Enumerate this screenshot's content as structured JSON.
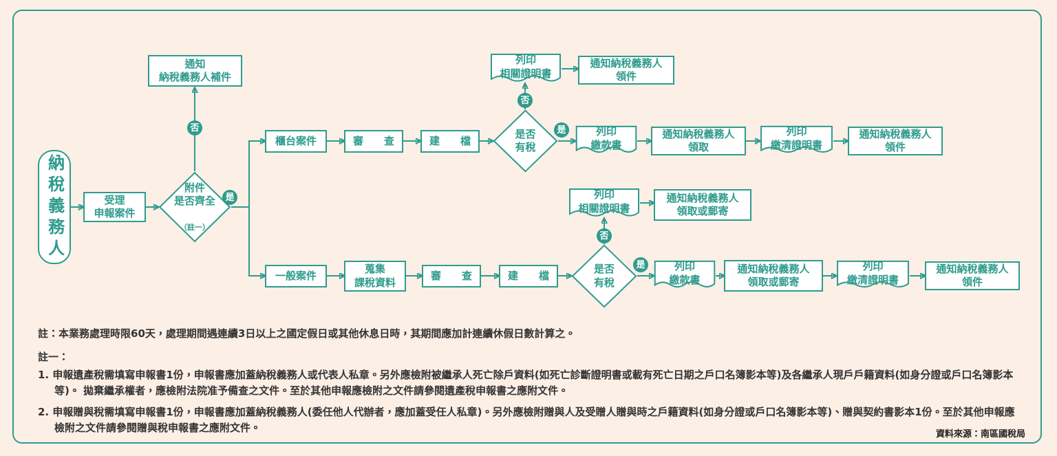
{
  "palette": {
    "background": "#fcefe6",
    "teal": "#2e9b8d",
    "node_bg": "#ffffff",
    "note_text": "#333333"
  },
  "flow": {
    "taxpayer": "納稅義務人",
    "accept_case": "受理\n申報案件",
    "attachments_check": "附件\n是否齊全",
    "attachments_check_note": "（註一）",
    "notify_supplement": "通知\n納稅義務人補件",
    "no": "否",
    "yes": "是",
    "counter_case": "櫃台案件",
    "general_case": "一般案件",
    "collect_tax_data": "蒐集\n課稅資料",
    "review": "審　　查",
    "filing": "建　　檔",
    "has_tax": "是否\n有稅",
    "print_certificate": "列印\n相關證明書",
    "print_payment_slip": "列印\n繳款書",
    "print_paid_certificate": "列印\n繳清證明書",
    "notify_pickup": "通知納稅義務人\n領件",
    "notify_collect": "通知納稅義務人\n領取",
    "notify_collect_or_mail": "通知納稅義務人\n領取或郵寄"
  },
  "notes": {
    "deadline": "註：本業務處理時限60天，處理期間遇連續3日以上之國定假日或其他休息日時，其期間應加計連續休假日數計算之。",
    "note1_title": "註一：",
    "item1": "1. 申報遺產稅需填寫申報書1份，申報書應加蓋納稅義務人或代表人私章。另外應檢附被繼承人死亡除戶資料(如死亡診斷證明書或載有死亡日期之戶口名簿影本等)及各繼承人現戶戶籍資料(如身分證或戶口名簿影本等)。 拋棄繼承權者，應檢附法院准予備查之文件。至於其他申報應檢附之文件請參閱遺產稅申報書之應附文件。",
    "item2": "2. 申報贈與稅需填寫申報書1份，申報書應加蓋納稅義務人(委任他人代辦者，應加蓋受任人私章)。另外應檢附贈與人及受贈人贈與時之戶籍資料(如身分證或戶口名簿影本等)、贈與契約書影本1份。至於其他申報應檢附之文件請參閱贈與稅申報書之應附文件。",
    "source": "資料來源：南區國稅局"
  }
}
